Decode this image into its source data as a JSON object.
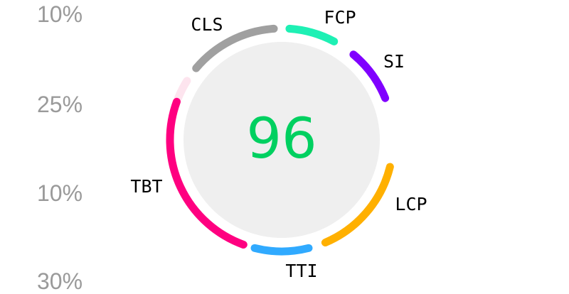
{
  "weights": [
    "10%",
    "25%",
    "10%",
    "30%"
  ],
  "score": {
    "value": "96",
    "color": "#00d060"
  },
  "chart_data": {
    "type": "gauge",
    "score": 96,
    "metrics": [
      {
        "name": "FCP",
        "color": "#1ef0b4"
      },
      {
        "name": "SI",
        "color": "#8000ff"
      },
      {
        "name": "LCP",
        "color": "#ffb000"
      },
      {
        "name": "TTI",
        "color": "#30aaff"
      },
      {
        "name": "TBT",
        "color": "#ff0080"
      },
      {
        "name": "CLS",
        "color": "#a0a0a0"
      }
    ],
    "tbt_remainder_color": "#fde4ee",
    "inner_color": "#efefef"
  }
}
